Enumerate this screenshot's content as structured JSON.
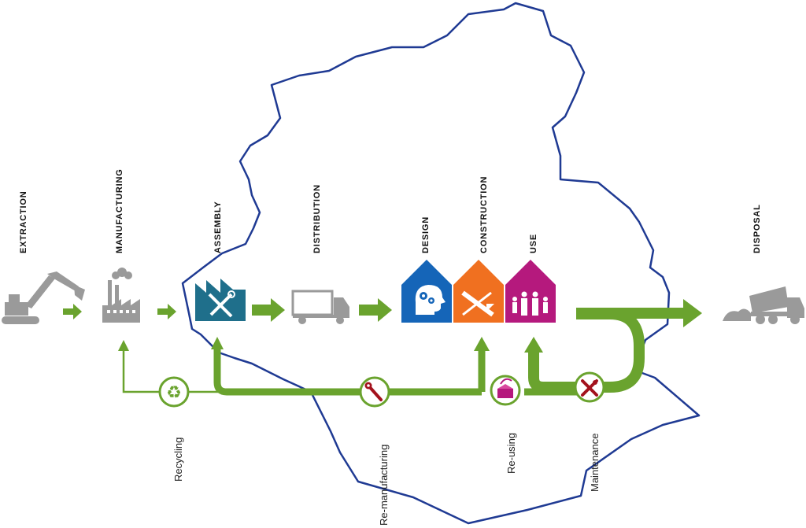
{
  "colors": {
    "boundary": "#1f3a93",
    "flow_green": "#6aa32e",
    "icon_grey": "#9a9a9a",
    "assembly_teal": "#1f6f8b",
    "design_blue": "#1565b8",
    "construction_orange": "#f07020",
    "use_magenta": "#b5197d",
    "maintenance_red": "#a3121d"
  },
  "stages": {
    "extraction": "EXTRACTION",
    "manufacturing": "MANUFACTURING",
    "assembly": "ASSEMBLY",
    "distribution": "DISTRIBUTION",
    "design": "DESIGN",
    "construction": "CONSTRUCTION",
    "use": "USE",
    "disposal": "DISPOSAL"
  },
  "loops": {
    "recycling": "Recycling",
    "remanufacturing": "Re-manufacturing",
    "reusing": "Re-using",
    "maintenance": "Maintenance"
  },
  "icons": {
    "extraction": "excavator-icon",
    "manufacturing": "factory-icon",
    "assembly": "assembly-tools-icon",
    "distribution": "truck-icon",
    "design": "design-head-gears-icon",
    "construction": "construction-tools-icon",
    "use": "family-house-icon",
    "disposal": "dump-truck-icon",
    "recycling": "recycle-icon",
    "remanufacturing": "wrench-icon",
    "reusing": "box-reuse-icon",
    "maintenance": "tools-maintenance-icon"
  }
}
